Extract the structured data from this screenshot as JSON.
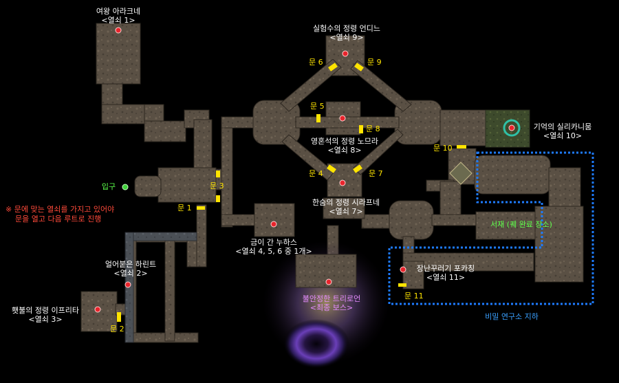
{
  "locations": {
    "arachne": {
      "name": "여왕 아라크네",
      "key": "<열쇠 1>"
    },
    "hariant": {
      "name": "얼어붙은 하린트",
      "key": "<열쇠 2>"
    },
    "ifrita": {
      "name": "횃불의 정령 이프리타",
      "key": "<열쇠 3>"
    },
    "undine": {
      "name": "실험수의 정령 언디느",
      "key": "<열쇠 9>"
    },
    "nomra": {
      "name": "영혼석의 정령 노므라",
      "key": "<열쇠 8>"
    },
    "sirafne": {
      "name": "한숨의 정령 시라프네",
      "key": "<열쇠 7>"
    },
    "nuhas": {
      "name": "금이 간 누하스",
      "key": "<열쇠 4, 5, 6 중 1개>"
    },
    "trion": {
      "name": "불안정한 트리로언",
      "key": "<최종 보스>"
    },
    "silicanim": {
      "name": "기억의 실리카니뭄",
      "key": "<열쇠 10>"
    },
    "pokaching": {
      "name": "장난꾸러기 포카칭",
      "key": "<열쇠 11>"
    },
    "entrance": {
      "name": "입구"
    },
    "library": {
      "name": "서재 (퀘 완료 장소)"
    },
    "secret_lab": {
      "name": "비밀 연구소 지하"
    }
  },
  "doors": {
    "d1": "문 1",
    "d2": "문 2",
    "d3": "문 3",
    "d4": "문 4",
    "d5": "문 5",
    "d6": "문 6",
    "d7": "문 7",
    "d8": "문 8",
    "d9": "문 9",
    "d10": "문 10",
    "d11": "문 11"
  },
  "notice": {
    "line1": "※ 문에 맞는 열쇠를 가지고 있어야",
    "line2": "문을 열고 다음 루트로 진행"
  },
  "colors": {
    "background": "#000000",
    "door_marker": "#ffe400",
    "boss_marker": "#e8242c",
    "entrance_marker": "#3fd03a",
    "final_boss_text": "#e58cff",
    "entrance_text": "#5cff4a",
    "notice_text": "#ff4a3a",
    "secret_area_border": "#1e7bff"
  },
  "icons": {
    "boss": "red-circle-marker",
    "entrance": "green-circle-marker",
    "door": "yellow-bar-marker",
    "quest": "teal-ring-marker"
  }
}
